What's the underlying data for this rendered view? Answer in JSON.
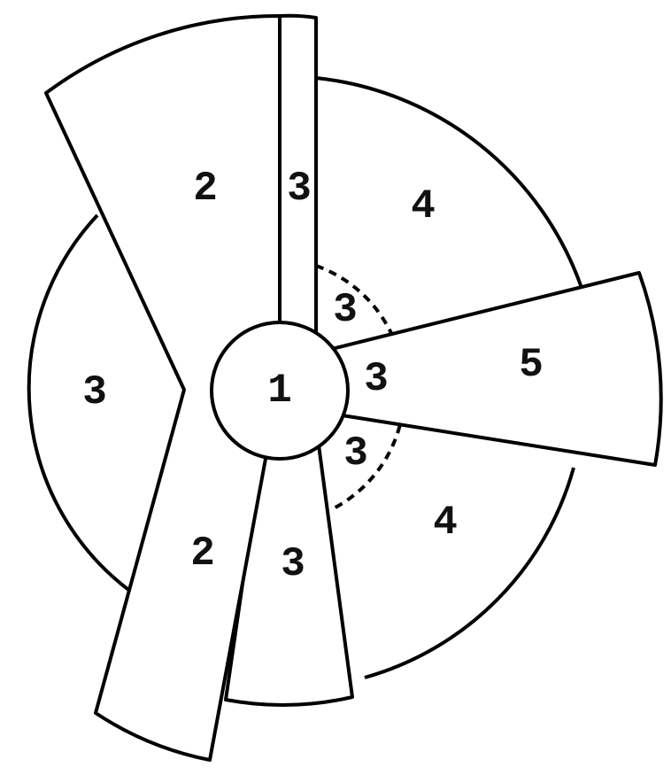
{
  "diagram": {
    "center_label": "1",
    "labels": {
      "upper_left_blade": "2",
      "top_strip": "3",
      "upper_right_region": "4",
      "inner_upper": "3",
      "inner_right": "3",
      "right_blade": "5",
      "inner_lower": "3",
      "lower_right_region": "4",
      "left_region": "3",
      "lower_left_blade": "2",
      "bottom_blade": "3"
    },
    "colors": {
      "stroke": "#000000",
      "fill": "#ffffff"
    }
  }
}
